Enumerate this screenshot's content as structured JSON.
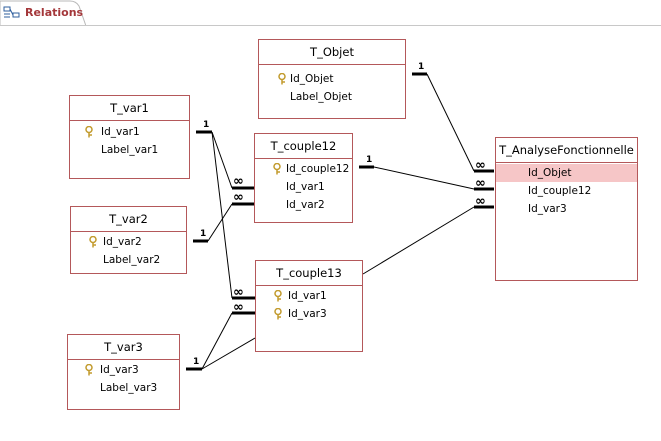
{
  "tab": {
    "label": "Relations",
    "icon": "relationships-icon"
  },
  "tables": {
    "t_objet": {
      "title": "T_Objet",
      "fields": [
        "Id_Objet",
        "Label_Objet"
      ]
    },
    "t_var1": {
      "title": "T_var1",
      "fields": [
        "Id_var1",
        "Label_var1"
      ]
    },
    "t_couple12": {
      "title": "T_couple12",
      "fields": [
        "Id_couple12",
        "Id_var1",
        "Id_var2"
      ]
    },
    "t_var2": {
      "title": "T_var2",
      "fields": [
        "Id_var2",
        "Label_var2"
      ]
    },
    "t_couple13": {
      "title": "T_couple13",
      "fields": [
        "Id_var1",
        "Id_var3"
      ]
    },
    "t_var3": {
      "title": "T_var3",
      "fields": [
        "Id_var3",
        "Label_var3"
      ]
    },
    "t_analyse": {
      "title": "T_AnalyseFonctionnelle",
      "fields": [
        "Id_Objet",
        "Id_couple12",
        "Id_var3"
      ],
      "selected_field": "Id_Objet"
    }
  },
  "cardinality": {
    "one": "1",
    "many": "∞"
  },
  "colors": {
    "table_border": "#b4585a",
    "selected_field": "#f6c6c7",
    "tab_label": "#a4373a",
    "key_icon": "#d4b24a"
  }
}
